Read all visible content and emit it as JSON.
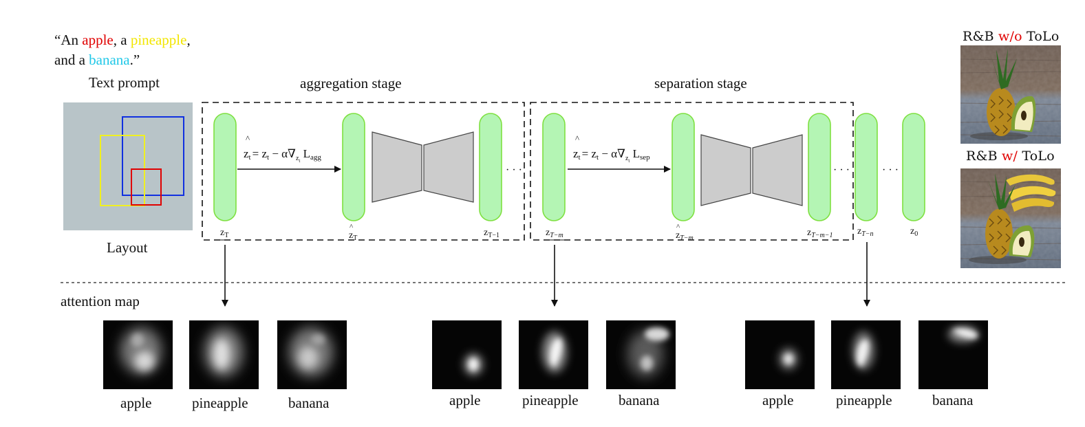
{
  "prompt": {
    "line1_parts": [
      "“An ",
      "apple",
      ", a ",
      "pineapple",
      ","
    ],
    "line2_parts": [
      "and a ",
      "banana",
      ".”"
    ],
    "caption": "Text prompt",
    "colors": {
      "apple": "#e00000",
      "pineapple": "#f2e600",
      "banana": "#20c8e8"
    }
  },
  "layout": {
    "caption": "Layout",
    "background": "#b8c4c8",
    "boxes": [
      {
        "name": "banana",
        "color": "#1030e0"
      },
      {
        "name": "pineapple",
        "color": "#f0f020"
      },
      {
        "name": "apple",
        "color": "#e00000"
      }
    ]
  },
  "stages": {
    "aggregation": "aggregation stage",
    "separation": "separation stage"
  },
  "latents": {
    "zT": "z",
    "zT_sub": "T",
    "zT_hat": "z",
    "zT_hat_sub": "T",
    "zT1": "z",
    "zT1_sub": "T−1",
    "zTm": "z",
    "zTm_sub": "T−m",
    "zTm_hat": "z",
    "zTm_hat_sub": "T−m",
    "zTm1": "z",
    "zTm1_sub": "T−m−1",
    "zTn": "z",
    "zTn_sub": "T−n",
    "z0": "z",
    "z0_sub": "0"
  },
  "equations": {
    "agg": {
      "lhs": "z",
      "lhs_sub": "t",
      "rhs": "= z",
      "rhs_sub": "t",
      "minus": " − α∇",
      "grad_sub": "z",
      "grad_subsub": "t",
      "loss": " L",
      "loss_sub": "agg"
    },
    "sep": {
      "lhs": "z",
      "lhs_sub": "t",
      "rhs": "= z",
      "rhs_sub": "t",
      "minus": " − α∇",
      "grad_sub": "z",
      "grad_subsub": "t",
      "loss": " L",
      "loss_sub": "sep"
    }
  },
  "ellipsis": "· · ·",
  "results": {
    "without": {
      "prefix": "R&B ",
      "highlight": "w/o",
      "suffix": " ToLo"
    },
    "with": {
      "prefix": "R&B ",
      "highlight": "w/",
      "suffix": " ToLo"
    },
    "highlight_color": "#e00000"
  },
  "attention": {
    "title": "attention map",
    "groups": [
      {
        "labels": [
          "apple",
          "pineapple",
          "banana"
        ]
      },
      {
        "labels": [
          "apple",
          "pineapple",
          "banana"
        ]
      },
      {
        "labels": [
          "apple",
          "pineapple",
          "banana"
        ]
      }
    ]
  },
  "colors": {
    "latent_fill": "#b4f5b4",
    "latent_stroke": "#7ee040",
    "unet_fill": "#cccccc",
    "unet_stroke": "#444444"
  }
}
